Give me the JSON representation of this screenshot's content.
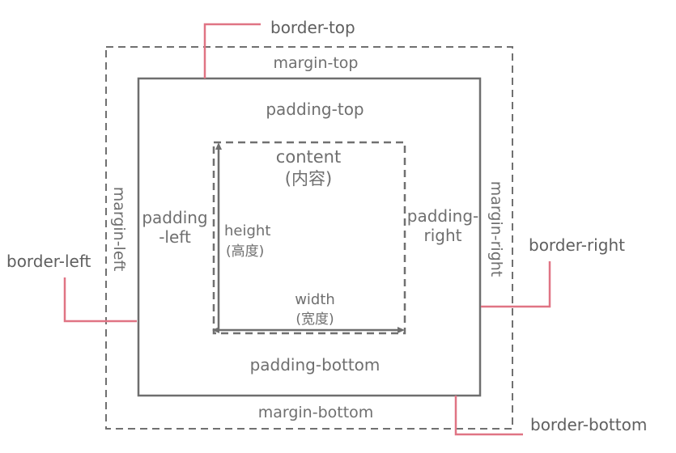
{
  "colors": {
    "box_stroke": "#6e6e6e",
    "dashed_stroke": "#707070",
    "leader_line": "#e07484",
    "text": "#6f6f6f"
  },
  "labels": {
    "border_top": "border-top",
    "border_left": "border-left",
    "border_right": "border-right",
    "border_bottom": "border-bottom",
    "margin_top": "margin-top",
    "margin_bottom": "margin-bottom",
    "margin_left": "margin-left",
    "margin_right": "margin-right",
    "padding_top": "padding-top",
    "padding_bottom": "padding-bottom",
    "padding_left_line1": "padding",
    "padding_left_line2": "-left",
    "padding_right_line1": "padding-",
    "padding_right_line2": "right",
    "content_line1": "content",
    "content_line2": "(内容)",
    "height_line1": "height",
    "height_line2": "(高度)",
    "width_line1": "width",
    "width_line2": "(宽度)"
  }
}
